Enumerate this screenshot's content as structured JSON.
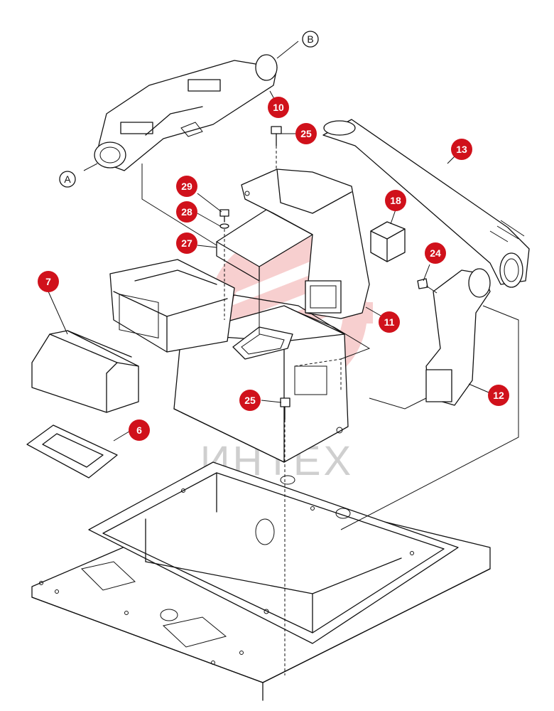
{
  "refs": [
    {
      "id": "A",
      "label": "A"
    },
    {
      "id": "B",
      "label": "B"
    }
  ],
  "callouts": [
    {
      "id": "p10",
      "label": "10"
    },
    {
      "id": "p25a",
      "label": "25"
    },
    {
      "id": "p13",
      "label": "13"
    },
    {
      "id": "p29",
      "label": "29"
    },
    {
      "id": "p28",
      "label": "28"
    },
    {
      "id": "p27",
      "label": "27"
    },
    {
      "id": "p18",
      "label": "18"
    },
    {
      "id": "p24",
      "label": "24"
    },
    {
      "id": "p7",
      "label": "7"
    },
    {
      "id": "p11",
      "label": "11"
    },
    {
      "id": "p12",
      "label": "12"
    },
    {
      "id": "p25b",
      "label": "25"
    },
    {
      "id": "p6",
      "label": "6"
    }
  ],
  "watermark": {
    "text": "ИНТЕХ"
  },
  "colors": {
    "callout": "#d0111b",
    "line": "#111111",
    "watermark": "#f1a8a8"
  }
}
